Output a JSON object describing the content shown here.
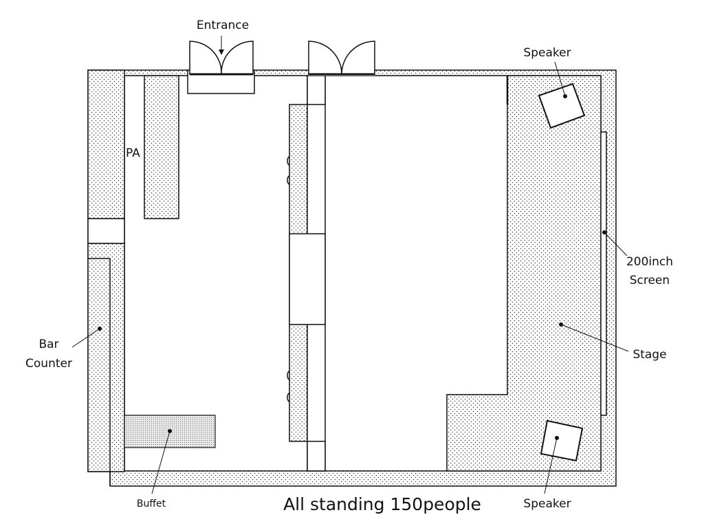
{
  "labels": {
    "entrance": "Entrance",
    "speaker_top": "Speaker",
    "speaker_bottom": "Speaker",
    "pa": "PA",
    "screen_line1": "200inch",
    "screen_line2": "Screen",
    "bar_line1": "Bar",
    "bar_line2": "Counter",
    "stage": "Stage",
    "buffet": "Buffet",
    "capacity": "All standing 150people"
  },
  "colors": {
    "line": "#111111",
    "dot": "#444444",
    "background": "#ffffff"
  }
}
